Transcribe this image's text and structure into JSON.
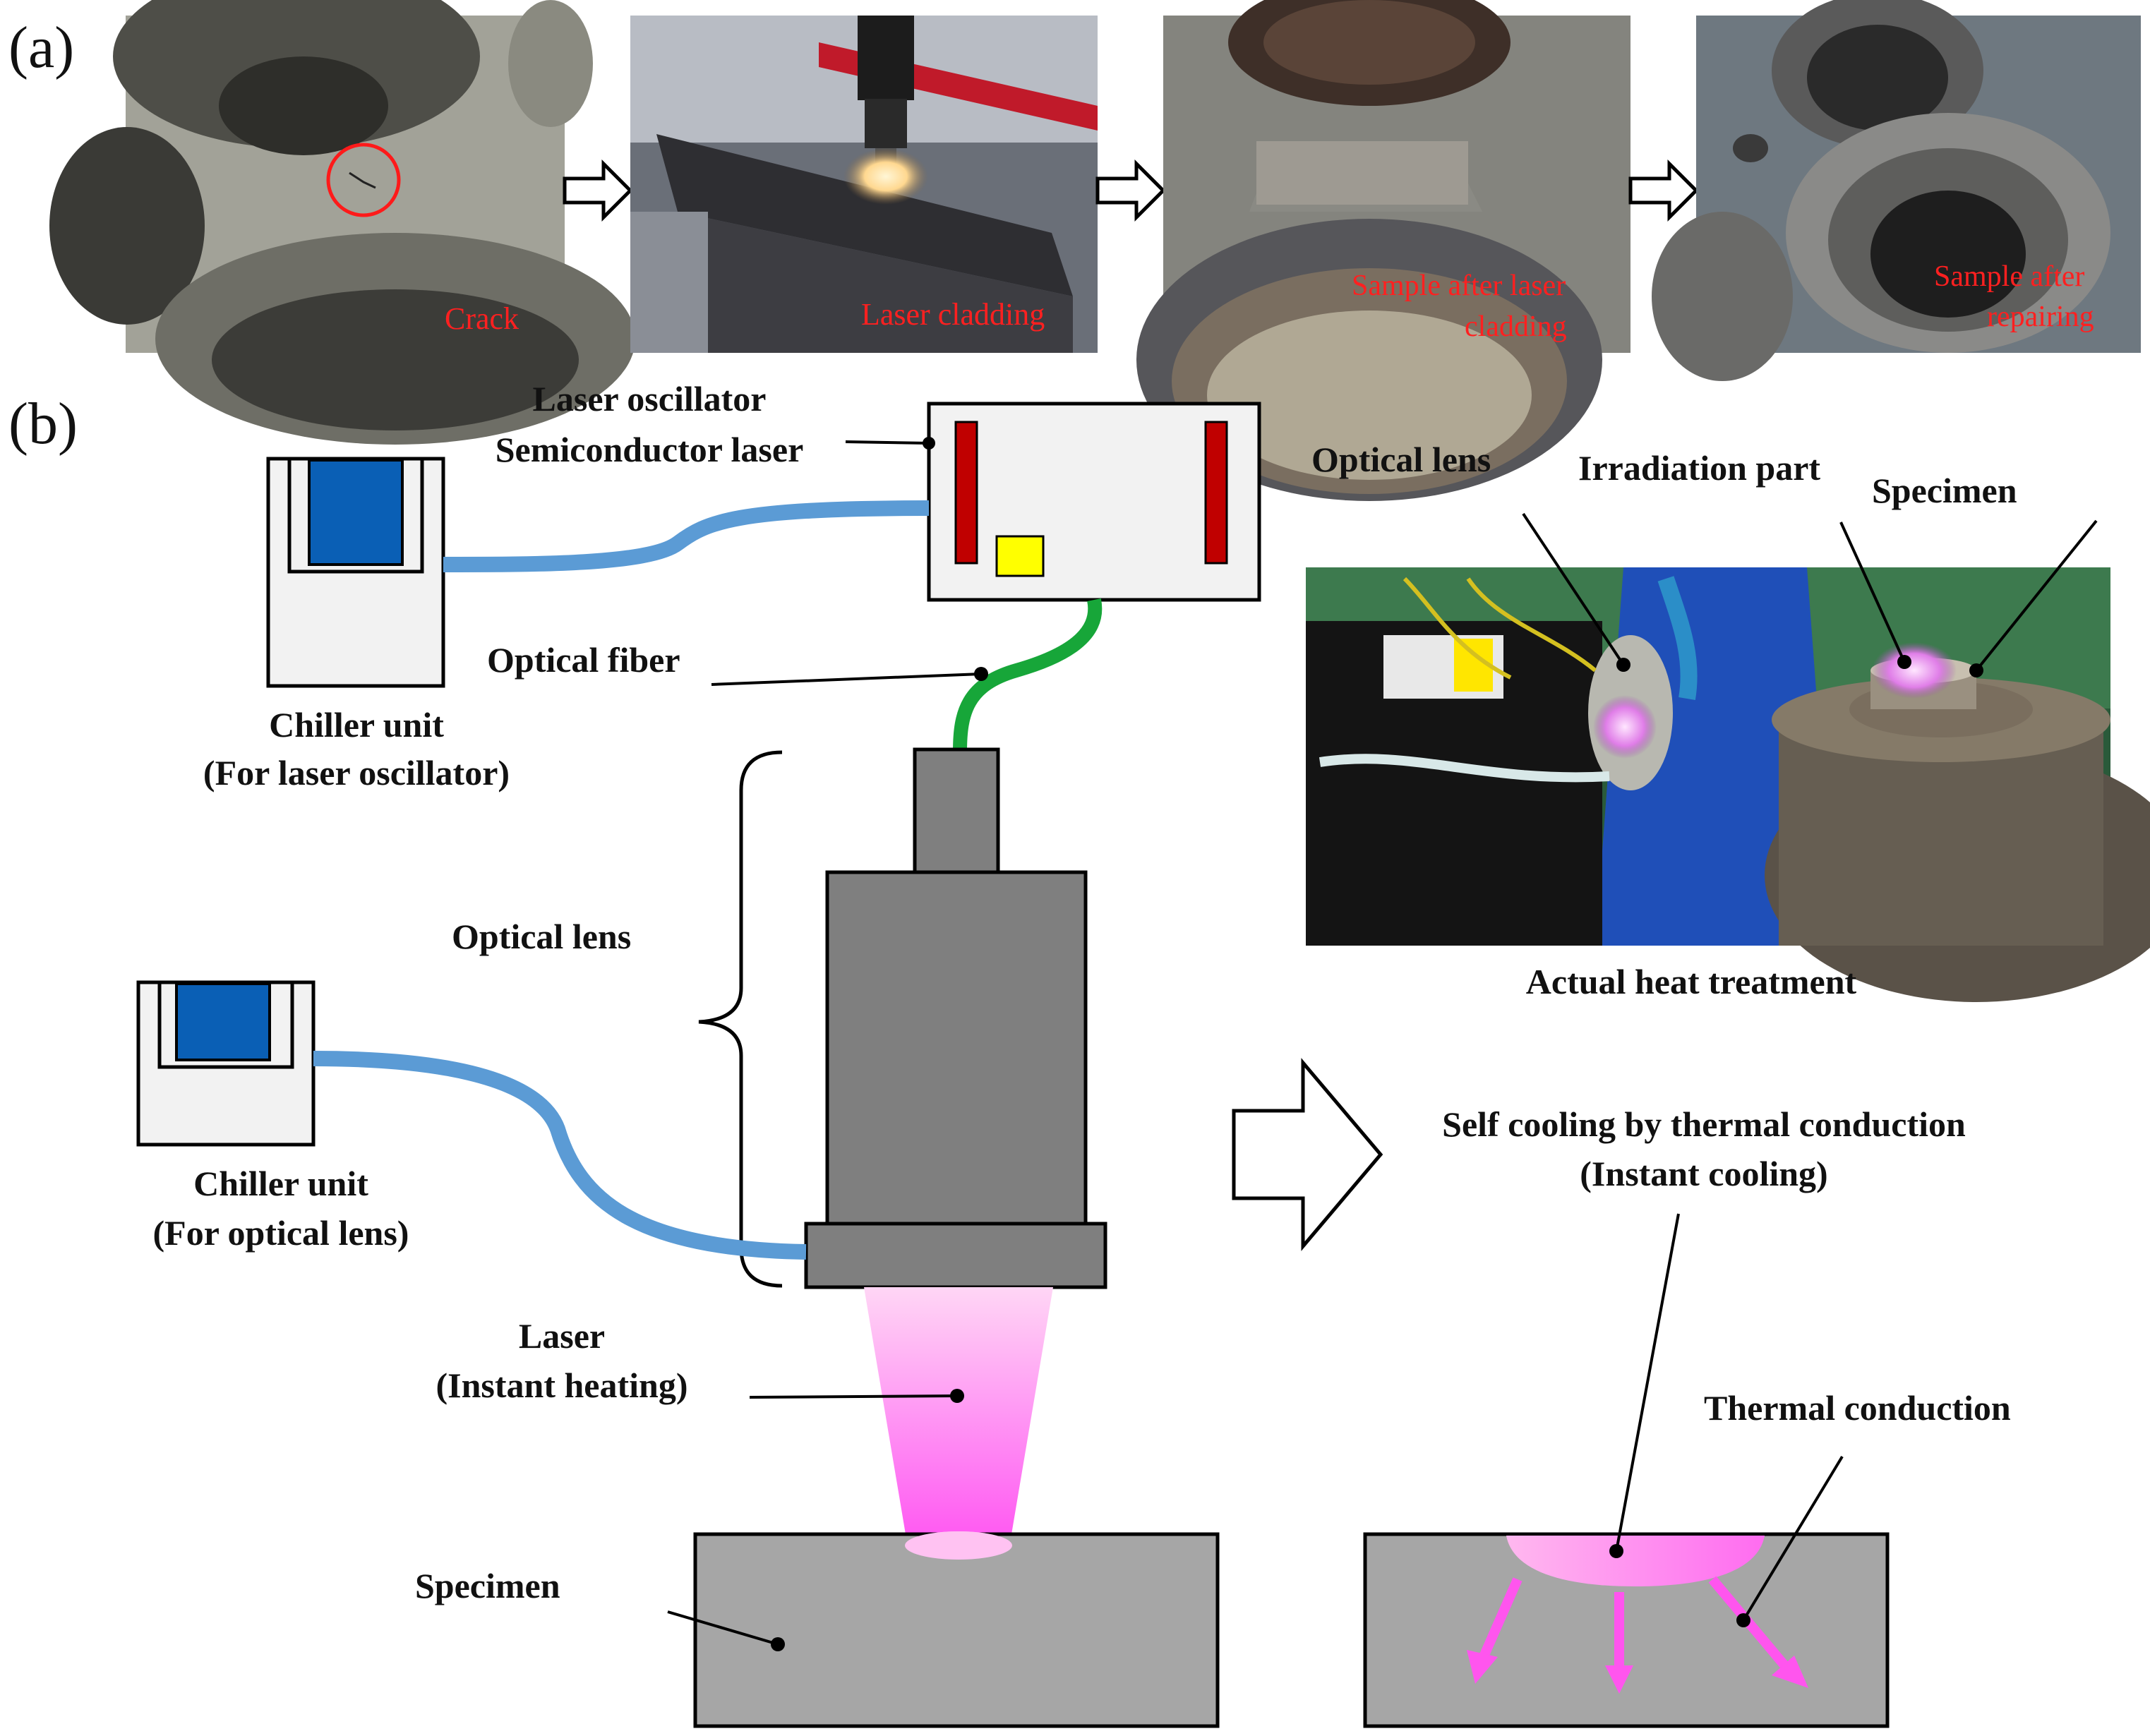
{
  "panel_a": {
    "label": "(a)",
    "steps": [
      {
        "caption": [
          "Crack"
        ]
      },
      {
        "caption": [
          "Laser cladding"
        ]
      },
      {
        "caption": [
          "Sample after laser",
          "cladding"
        ]
      },
      {
        "caption": [
          "Sample after",
          "repairing"
        ]
      }
    ]
  },
  "panel_b": {
    "label": "(b)",
    "laser_oscillator": [
      "Laser oscillator",
      "Semiconductor laser"
    ],
    "optical_fiber": "Optical fiber",
    "chiller_oscillator": [
      "Chiller unit",
      "(For laser oscillator)"
    ],
    "optical_lens": "Optical lens",
    "chiller_lens": [
      "Chiller unit",
      "(For optical lens)"
    ],
    "laser": [
      "Laser",
      "(Instant heating)"
    ],
    "specimen": "Specimen",
    "photo_labels": {
      "optical_lens": "Optical lens",
      "irradiation_part": "Irradiation part",
      "specimen": "Specimen"
    },
    "photo_caption": "Actual heat treatment",
    "self_cooling": [
      "Self cooling by thermal conduction",
      "(Instant cooling)"
    ],
    "thermal_conduction": "Thermal conduction"
  },
  "colors": {
    "coolant_tube": "#5b9bd5",
    "optical_fiber": "#17a639",
    "chiller_block": "#0a5fb5",
    "laser_rod": "#c00000",
    "diode": "#ffff00",
    "lens_gray": "#7f7f7f",
    "specimen_gray": "#a6a6a6",
    "laser_pink": "#ff66ff",
    "caption_red": "#ff2020"
  }
}
